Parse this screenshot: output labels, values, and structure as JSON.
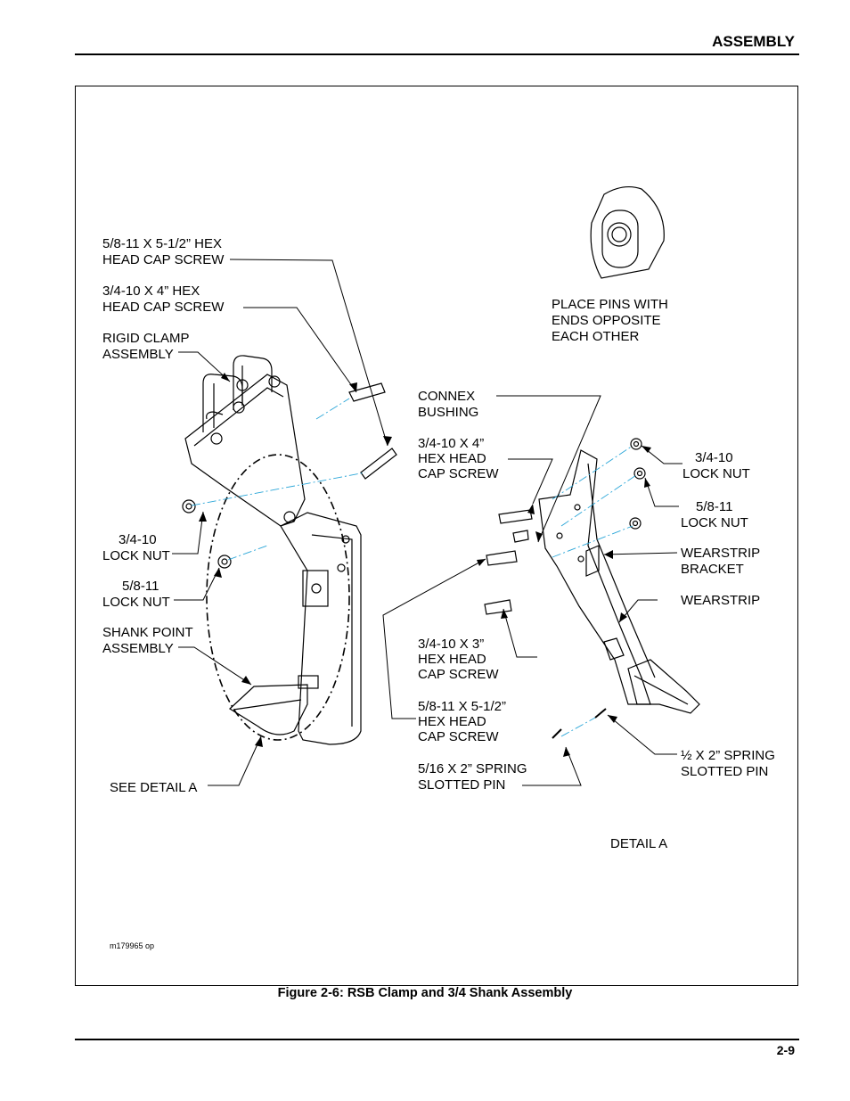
{
  "header": {
    "section_title": "ASSEMBLY"
  },
  "figure": {
    "caption": "Figure 2-6:  RSB Clamp and 3/4 Shank Assembly",
    "part_number": "m179965 op",
    "labels": {
      "screw_58_512": [
        "5/8-11 X 5-1/2” HEX",
        "HEAD CAP SCREW"
      ],
      "screw_34_4": [
        "3/4-10 X 4” HEX",
        "HEAD CAP SCREW"
      ],
      "rigid_clamp": [
        "RIGID CLAMP",
        "ASSEMBLY"
      ],
      "lock_nut_34_left": [
        "3/4-10",
        "LOCK NUT"
      ],
      "lock_nut_58_left": [
        "5/8-11",
        "LOCK NUT"
      ],
      "shank_point": [
        "SHANK POINT",
        "ASSEMBLY"
      ],
      "see_detail": [
        "SEE DETAIL A"
      ],
      "place_pins": [
        "PLACE PINS WITH",
        "ENDS OPPOSITE",
        "EACH OTHER"
      ],
      "connex_bushing": [
        "CONNEX",
        "BUSHING"
      ],
      "screw_34_4_detail": [
        "3/4-10 X 4”",
        "HEX HEAD",
        "CAP SCREW"
      ],
      "lock_nut_34_right": [
        "3/4-10",
        "LOCK NUT"
      ],
      "lock_nut_58_right": [
        "5/8-11",
        "LOCK NUT"
      ],
      "wearstrip_bracket": [
        "WEARSTRIP",
        "BRACKET"
      ],
      "wearstrip": [
        "WEARSTRIP"
      ],
      "screw_34_3": [
        "3/4-10 X 3”",
        "HEX HEAD",
        "CAP SCREW"
      ],
      "screw_58_512_detail": [
        "5/8-11 X 5-1/2”",
        "HEX HEAD",
        "CAP SCREW"
      ],
      "slotted_pin_516": [
        "5/16 X 2” SPRING",
        "SLOTTED PIN"
      ],
      "slotted_pin_12": [
        "½ X 2” SPRING",
        "SLOTTED PIN"
      ],
      "detail_a": [
        "DETAIL A"
      ]
    }
  },
  "footer": {
    "page_number": "2-9"
  }
}
